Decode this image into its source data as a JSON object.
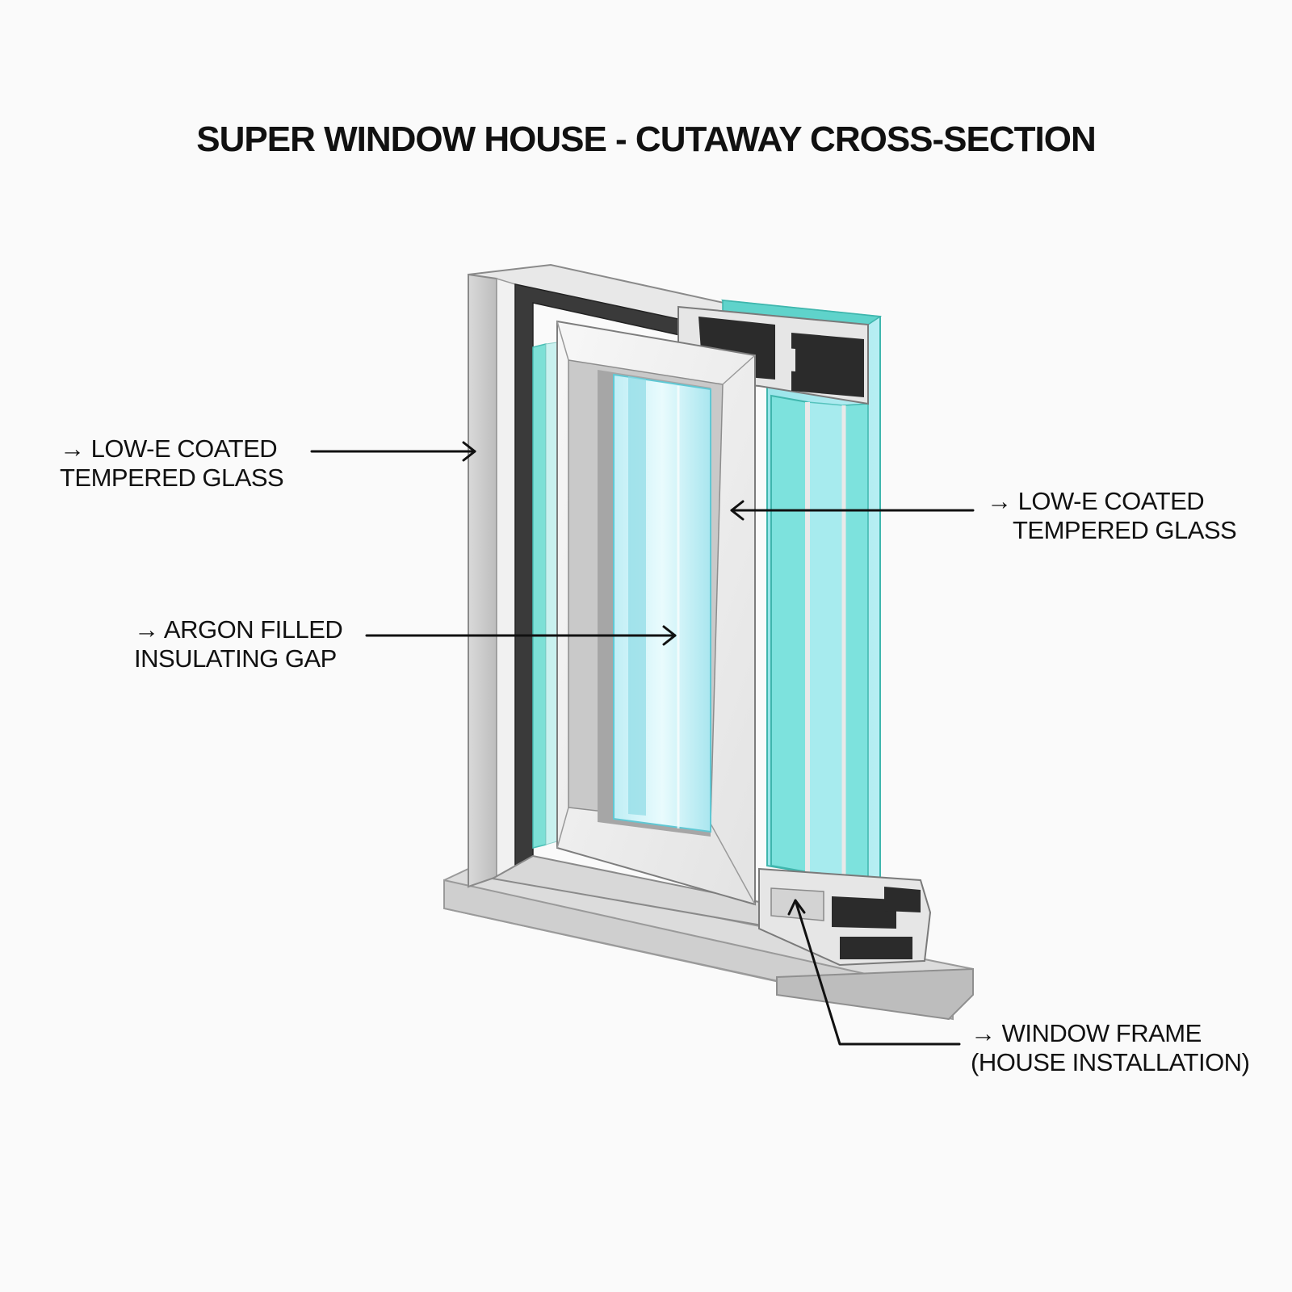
{
  "title": "SUPER WINDOW HOUSE - CUTAWAY CROSS-SECTION",
  "callouts": {
    "left_glass": {
      "arrow": "→",
      "line1": "LOW-E COATED",
      "line2": "TEMPERED GLASS"
    },
    "right_glass": {
      "arrow": "→",
      "line1": "LOW-E COATED",
      "line2": "TEMPERED GLASS"
    },
    "argon_gap": {
      "arrow": "→",
      "line1": "ARGON FILLED",
      "line2": "INSULATING GAP"
    },
    "window_frame": {
      "arrow": "→",
      "line1": "WINDOW FRAME",
      "line2": "(HOUSE INSTALLATION)"
    }
  },
  "colors": {
    "background": "#fafafa",
    "glass": "#7fe0d6",
    "glass_light": "#d8f3f7",
    "frame_white": "#eeeeee",
    "frame_shadow": "#a9a9a9",
    "insulation": "#2a2a2a",
    "text": "#111111"
  }
}
